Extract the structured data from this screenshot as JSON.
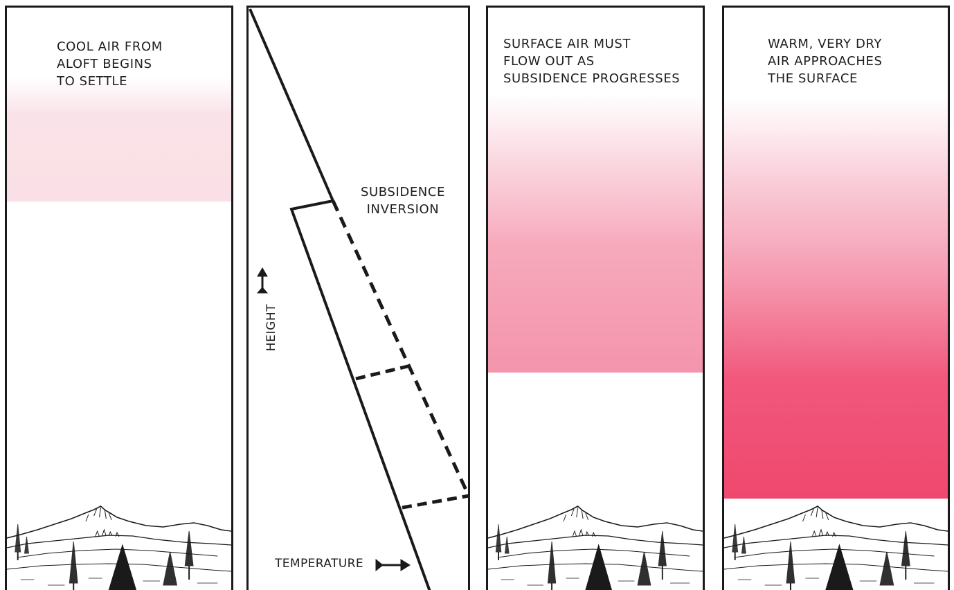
{
  "panels": [
    {
      "caption": "COOL AIR FROM\nALOFT BEGINS\nTO SETTLE",
      "tint_color": "#f4b6c4"
    },
    {
      "inversion_label": "SUBSIDENCE\nINVERSION",
      "height_label": "HEIGHT",
      "temperature_label": "TEMPERATURE"
    },
    {
      "caption": "SURFACE AIR MUST\nFLOW OUT AS\nSUBSIDENCE PROGRESSES",
      "tint_color": "#f28aa2"
    },
    {
      "caption": "WARM, VERY DRY\nAIR APPROACHES\nTHE SURFACE",
      "tint_color": "#ee3e66"
    }
  ],
  "colors": {
    "ink": "#1a1a1a",
    "background": "#ffffff"
  },
  "icons": {
    "height_arrow": "up-arrow-icon",
    "temperature_arrow": "right-arrow-icon",
    "landscape": "mountain-landscape-icon"
  }
}
